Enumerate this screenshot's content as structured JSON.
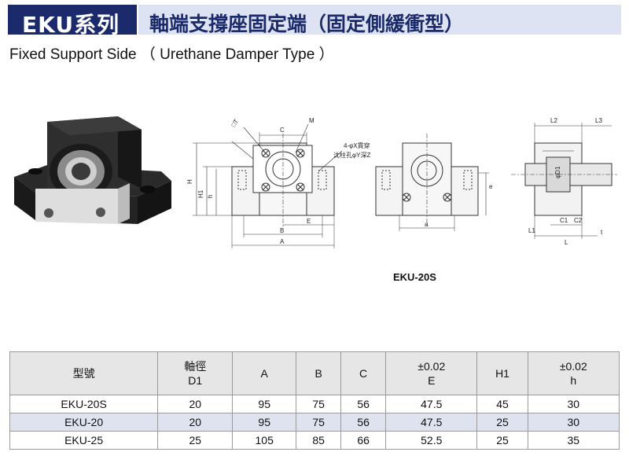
{
  "header": {
    "series_label": "EKU系列",
    "title": "軸端支撐座固定端（固定側緩衝型）"
  },
  "subtitle": "Fixed Support Side （ Urethane Damper Type ）",
  "drawing": {
    "model_caption": "EKU-20S",
    "labels": {
      "square_T": "□T",
      "C": "C",
      "M": "M",
      "hole_note_1": "4-φX貫穿",
      "hole_note_2": "沈柱孔φY深Z",
      "H": "H",
      "H1": "H1",
      "h": "h",
      "E": "E",
      "B": "B",
      "A": "A",
      "a": "a",
      "e": "e",
      "L2": "L2",
      "L3": "L3",
      "phiD1": "φD1",
      "L1": "L1",
      "C1": "C1",
      "C2": "C2",
      "L": "L",
      "t": "t"
    }
  },
  "table": {
    "headers": [
      [
        "型號"
      ],
      [
        "軸徑",
        "D1"
      ],
      [
        "A"
      ],
      [
        "B"
      ],
      [
        "C"
      ],
      [
        "±0.02",
        "E"
      ],
      [
        "H1"
      ],
      [
        "±0.02",
        "h"
      ]
    ],
    "rows": [
      [
        "EKU-20S",
        "20",
        "95",
        "75",
        "56",
        "47.5",
        "45",
        "30"
      ],
      [
        "EKU-20",
        "20",
        "95",
        "75",
        "56",
        "47.5",
        "25",
        "30"
      ],
      [
        "EKU-25",
        "25",
        "105",
        "85",
        "66",
        "52.5",
        "25",
        "35"
      ]
    ]
  }
}
